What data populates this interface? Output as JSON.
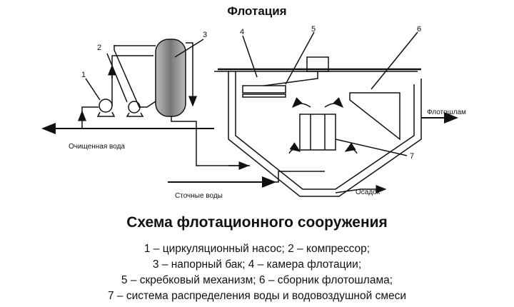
{
  "title": "Флотация",
  "diagram": {
    "numbers": [
      "1",
      "2",
      "3",
      "4",
      "5",
      "6",
      "7"
    ],
    "labels": {
      "clean_water": "Очищенная вода",
      "wastewater": "Сточные воды",
      "froth": "Флотошлам",
      "sediment": "Осадок"
    }
  },
  "caption": {
    "heading": "Схема флотационного сооружения",
    "lines": [
      "1 – циркуляционный насос; 2 – компрессор;",
      "3 – напорный бак; 4 – камера флотации;",
      "5 – скребковый механизм; 6 – сборник флотошлама;",
      "7 – система распределения воды и водовоздушной смеси"
    ]
  }
}
